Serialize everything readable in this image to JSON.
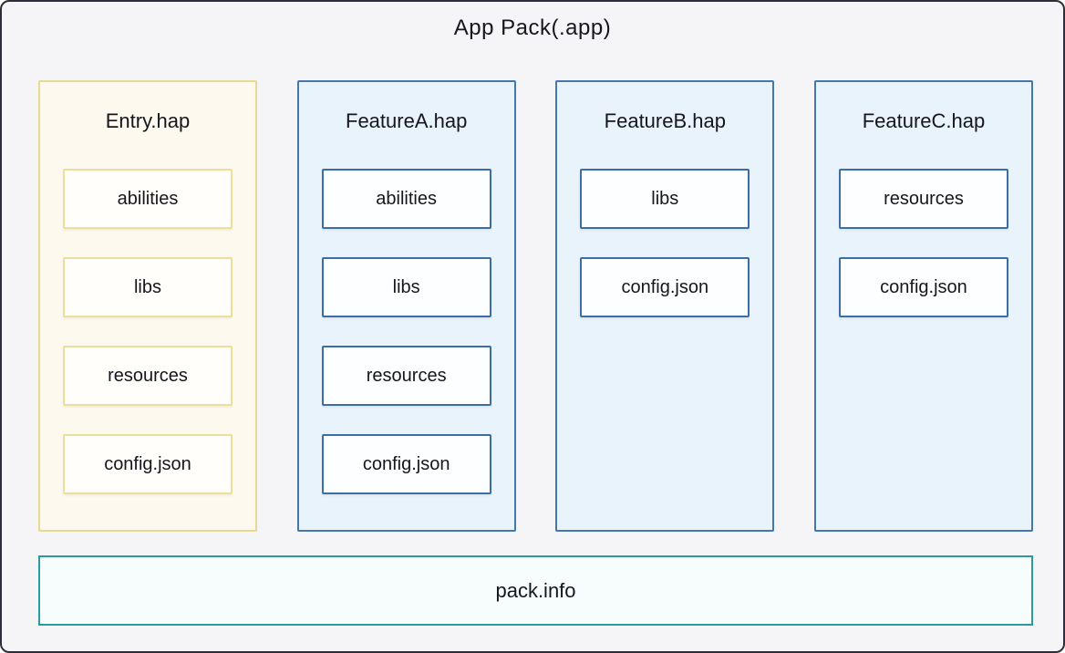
{
  "diagram": {
    "title": "App Pack(.app)",
    "columns": [
      {
        "name": "Entry.hap",
        "theme": "gold",
        "items": [
          "abilities",
          "libs",
          "resources",
          "config.json"
        ]
      },
      {
        "name": "FeatureA.hap",
        "theme": "blue",
        "items": [
          "abilities",
          "libs",
          "resources",
          "config.json"
        ]
      },
      {
        "name": "FeatureB.hap",
        "theme": "blue",
        "items": [
          "libs",
          "config.json"
        ]
      },
      {
        "name": "FeatureC.hap",
        "theme": "blue",
        "items": [
          "resources",
          "config.json"
        ]
      }
    ],
    "footer": "pack.info",
    "colors": {
      "frame_border": "#2e2e38",
      "page_bg": "#f5f5f7",
      "text": "#16161e",
      "entry_border": "#e7d98f",
      "entry_bg": "#fdf9ee",
      "entry_box_border": "#ecdf9a",
      "entry_box_bg": "#fffefa",
      "feature_border": "#4278ae",
      "feature_bg": "#e9f3fb",
      "feature_box_border": "#3a6ea5",
      "feature_box_bg": "#fdfeff",
      "packinfo_border": "#2a9b9f",
      "packinfo_bg": "#f7fdfd"
    }
  }
}
